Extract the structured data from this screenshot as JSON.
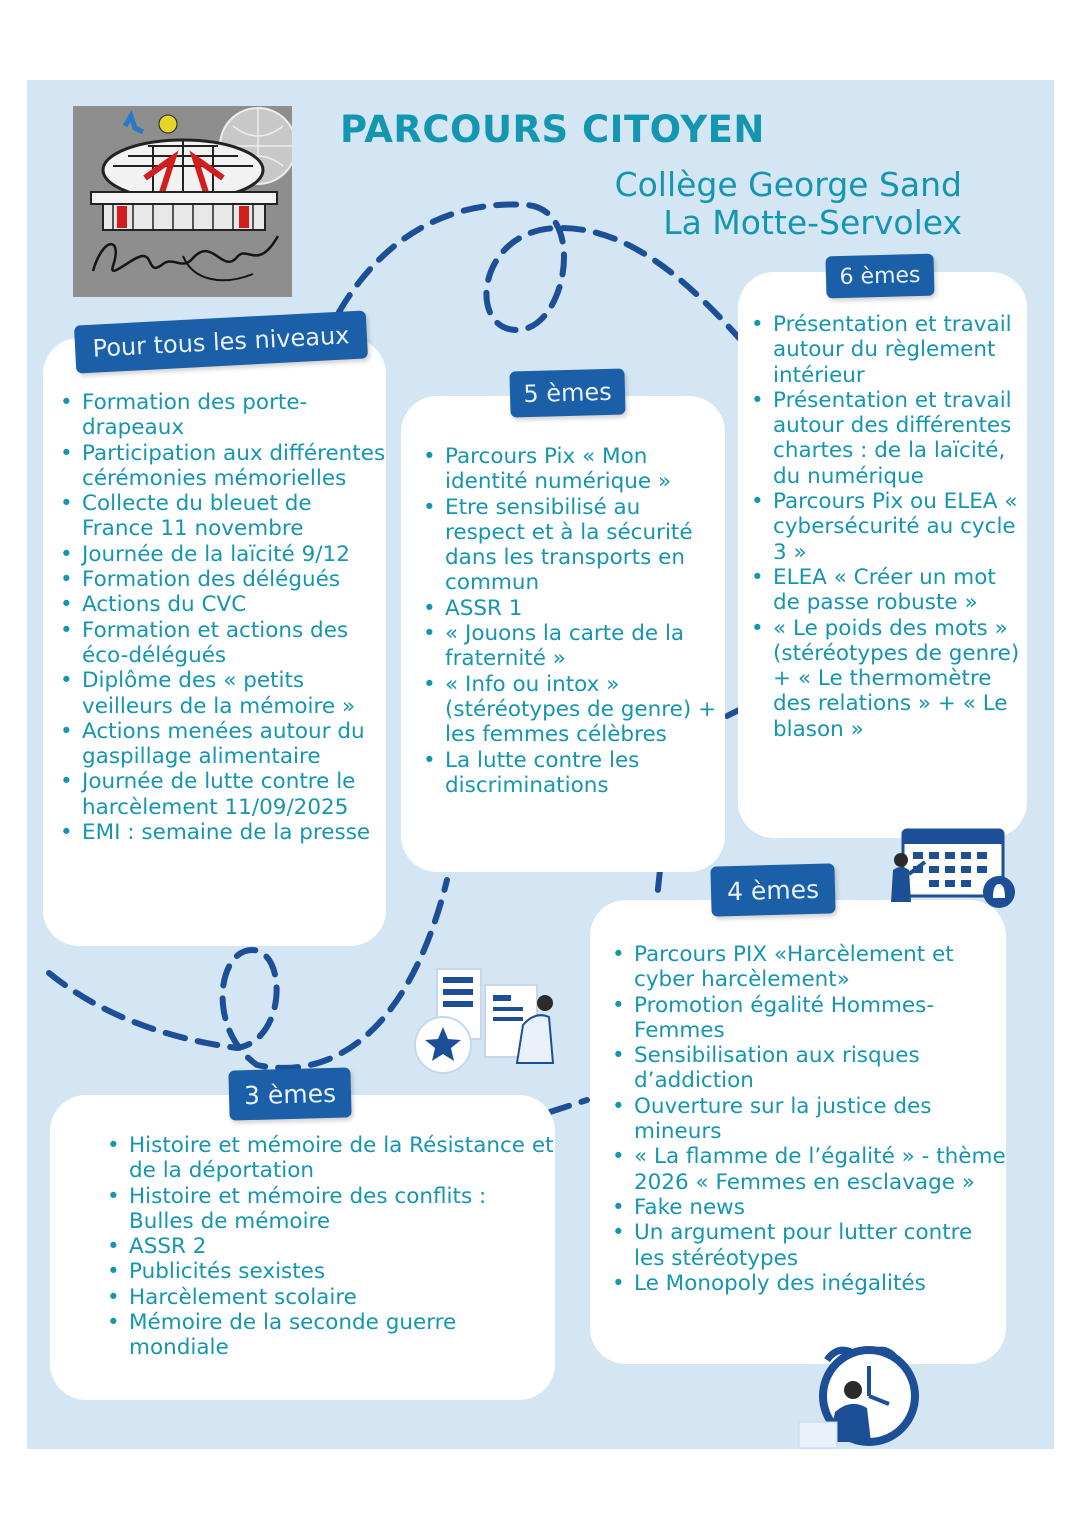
{
  "header": {
    "title": "PARCOURS CITOYEN",
    "subtitle_line1": "Collège George Sand",
    "subtitle_line2": "La Motte-Servolex"
  },
  "colors": {
    "background": "#d4e6f4",
    "accent_teal": "#1596b0",
    "tag_blue": "#1b5fa8",
    "path_blue": "#1d4f97"
  },
  "sections": {
    "tous": {
      "tag": "Pour tous les niveaux",
      "items": [
        "Formation des porte-drapeaux",
        "Participation aux différentes cérémonies mémorielles",
        "Collecte du bleuet de France 11 novembre",
        "Journée de la laïcité 9/12",
        "Formation des délégués",
        "Actions du CVC",
        "Formation et actions des éco-délégués",
        "Diplôme des « petits veilleurs de la mémoire »",
        "Actions menées autour du gaspillage alimentaire",
        "Journée de lutte contre le harcèlement 11/09/2025",
        "EMI : semaine de la presse"
      ]
    },
    "cinquieme": {
      "tag": "5 èmes",
      "items": [
        "Parcours Pix « Mon identité numérique »",
        "Etre sensibilisé au respect et à la sécurité dans les transports en commun",
        "ASSR 1",
        "« Jouons la carte de la fraternité »",
        "« Info ou intox » (stéréotypes de genre) + les femmes célèbres",
        "La lutte contre les discriminations"
      ]
    },
    "sixieme": {
      "tag": "6 èmes",
      "items": [
        "Présentation et travail autour du règlement intérieur",
        "Présentation et travail autour des différentes chartes : de la laïcité, du numérique",
        "Parcours Pix ou ELEA « cybersécurité au cycle 3 »",
        "ELEA « Créer un mot de passe robuste »",
        "« Le poids des mots » (stéréotypes de genre) + « Le thermomètre des relations » + « Le blason »"
      ]
    },
    "quatrieme": {
      "tag": "4 èmes",
      "items": [
        "Parcours PIX «Harcèlement et cyber harcèlement»",
        "Promotion égalité Hommes-Femmes",
        "Sensibilisation aux risques d’addiction",
        "Ouverture sur la justice des mineurs",
        "« La flamme de l’égalité » - thème 2026 « Femmes en esclavage »",
        "Fake news",
        "Un argument pour lutter contre les stéréotypes",
        "Le Monopoly des inégalités"
      ]
    },
    "troisieme": {
      "tag": "3 èmes",
      "items": [
        "Histoire et mémoire de la Résistance et de la déportation",
        "Histoire et mémoire des conflits : Bulles de mémoire",
        "ASSR 2",
        "Publicités sexistes",
        "Harcèlement scolaire",
        "Mémoire de la seconde guerre mondiale"
      ]
    }
  },
  "icons": {
    "logo": "college-logo-icon",
    "calendar": "calendar-person-icon",
    "document": "document-person-icon",
    "clock": "alarm-clock-person-icon"
  }
}
